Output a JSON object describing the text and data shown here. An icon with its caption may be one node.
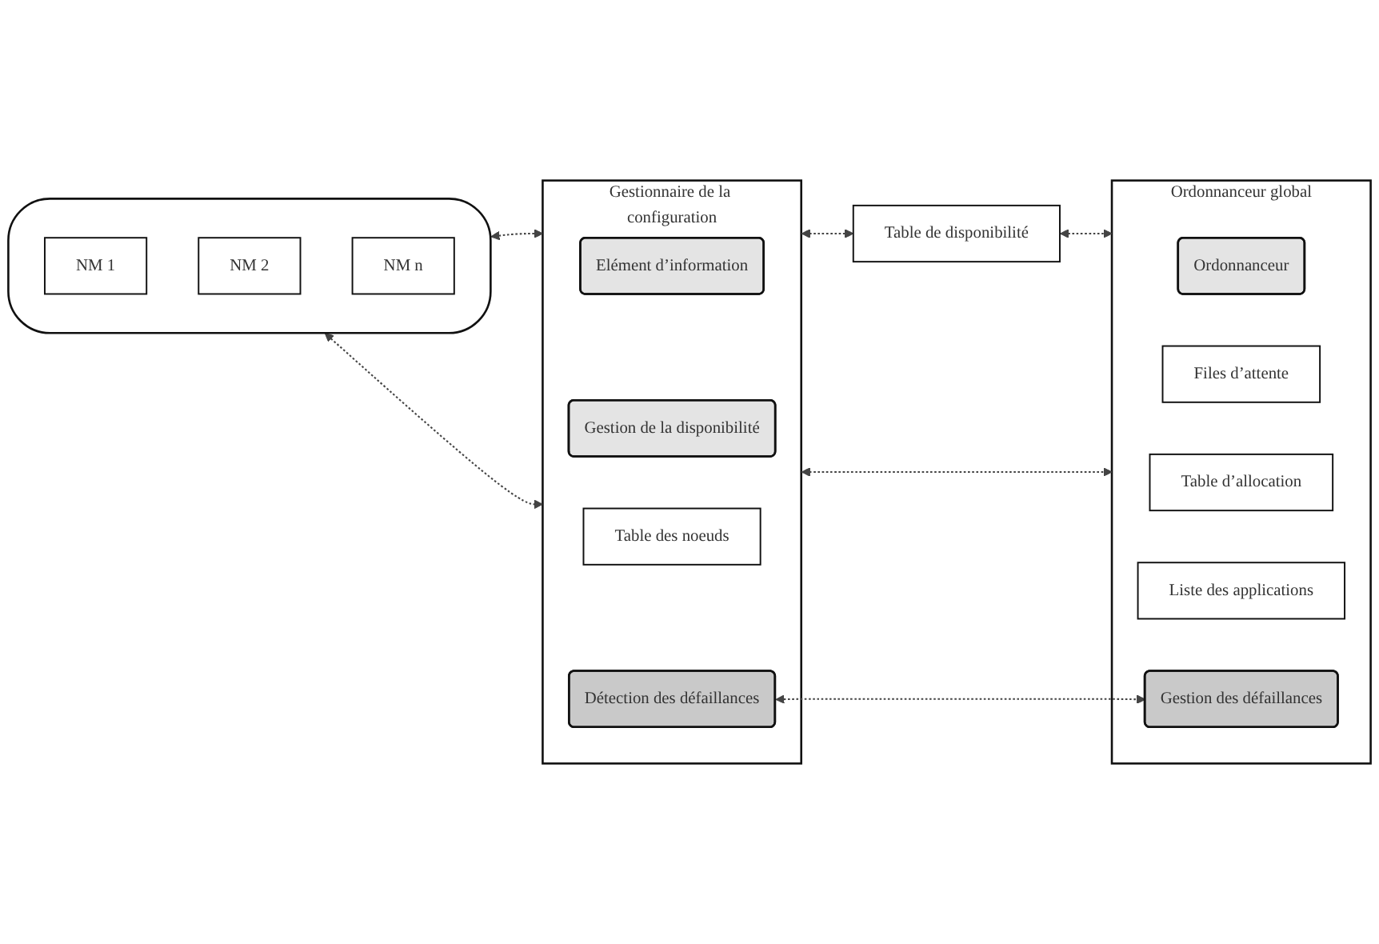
{
  "diagram": {
    "nodes": [
      {
        "text": [],
        "shape": "cloud"
      },
      {
        "text": [
          "NM 1"
        ],
        "in": 0
      },
      {
        "text": [
          "NM 2"
        ],
        "in": 0
      },
      {
        "text": [
          "NM n"
        ],
        "in": 0
      },
      {
        "text": [
          "Gestionnaire de la configuration"
        ]
      },
      {
        "text": [
          "Elément d’information"
        ],
        "in": 4
      },
      {
        "text": [
          "Gestion de la disponibilité"
        ],
        "in": 4
      },
      {
        "text": [
          "Table des noeuds"
        ],
        "in": 4
      },
      {
        "text": [
          "Détection des défaillances"
        ],
        "in": 4
      },
      {
        "text": [
          "Table de disponibilité"
        ]
      },
      {
        "text": [
          "Ordonnanceur global"
        ]
      },
      {
        "text": [
          "Ordonnanceur"
        ],
        "in": 10
      },
      {
        "text": [
          "Files d’attente"
        ],
        "in": 10
      },
      {
        "text": [
          "Table d’allocation"
        ],
        "in": 10
      },
      {
        "text": [
          "Liste des applications"
        ],
        "in": 10
      },
      {
        "text": [
          "Gestion des défaillances"
        ],
        "in": 10
      }
    ],
    "edges": [
      {
        "from": 0,
        "to": 4,
        "arrow": "both",
        "style": "dashed"
      },
      {
        "from": 0,
        "to": 4,
        "arrow": "both",
        "style": "dashed"
      },
      {
        "from": 4,
        "to": 9,
        "arrow": "both",
        "style": "dashed"
      },
      {
        "from": 9,
        "to": 10,
        "arrow": "both",
        "style": "dashed"
      },
      {
        "from": 4,
        "to": 10,
        "arrow": "both",
        "style": "dashed"
      },
      {
        "from": 8,
        "to": 15,
        "arrow": "both",
        "style": "dashed"
      }
    ]
  }
}
